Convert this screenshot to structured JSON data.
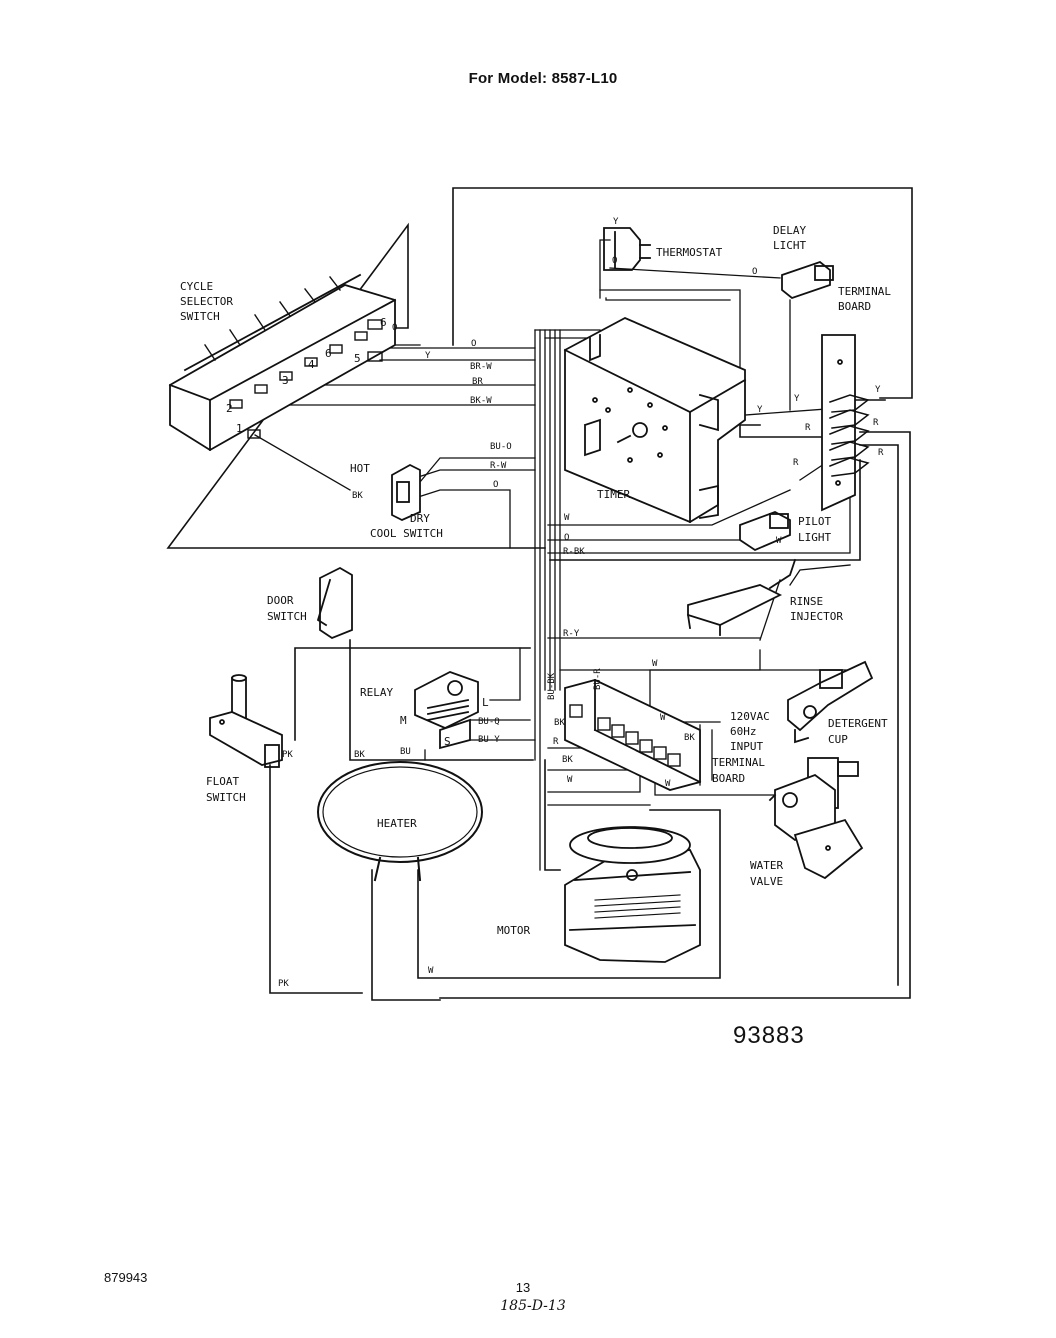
{
  "header": {
    "title": "For Model: 8587-L10"
  },
  "components": {
    "cycle_selector_switch": {
      "line1": "CYCLE",
      "line2": "SELECTOR",
      "line3": "SWITCH"
    },
    "thermostat": "THERMOSTAT",
    "delay_light": {
      "line1": "DELAY",
      "line2": "LICHT"
    },
    "terminal_board_top": {
      "line1": "TERMINAL",
      "line2": "BOARD"
    },
    "timer": "TIMER",
    "hot_label": "HOT",
    "dry_label": "DRY",
    "cool_switch": "COOL SWITCH",
    "pilot_light": {
      "line1": "PILOT",
      "line2": "LIGHT"
    },
    "rinse_injector": {
      "line1": "RINSE",
      "line2": "INJECTOR"
    },
    "door_switch": {
      "line1": "DOOR",
      "line2": "SWITCH"
    },
    "relay": "RELAY",
    "float_switch": {
      "line1": "FLOAT",
      "line2": "SWITCH"
    },
    "heater": "HEATER",
    "motor": "MOTOR",
    "input_block": {
      "line1": "120VAC",
      "line2": "60Hz",
      "line3": "INPUT",
      "line4": "TERMINAL",
      "line5": "BOARD"
    },
    "detergent_cup": {
      "line1": "DETERGENT",
      "line2": "CUP"
    },
    "water_valve": {
      "line1": "WATER",
      "line2": "VALVE"
    }
  },
  "switch_positions": [
    "1",
    "2",
    "3",
    "4",
    "5",
    "6",
    "6"
  ],
  "relay_terminals": {
    "l": "L",
    "m": "M",
    "s": "S"
  },
  "wire_colors": {
    "o": "O",
    "y": "Y",
    "br_w": "BR-W",
    "br": "BR",
    "bk_w": "BK-W",
    "bu_o": "BU-O",
    "r_w": "R-W",
    "bk": "BK",
    "w": "W",
    "r_bk": "R-BK",
    "r_y": "R-Y",
    "bu_bk": "BU-BK",
    "bu_r": "BU-R",
    "r": "R",
    "bu_q": "BU-Q",
    "bu_y": "BU-Y",
    "bu": "BU",
    "pk": "PK"
  },
  "diagram_number": "93883",
  "footer": {
    "doc_number": "879943",
    "page_number": "13",
    "handwritten": "185-D-13"
  }
}
